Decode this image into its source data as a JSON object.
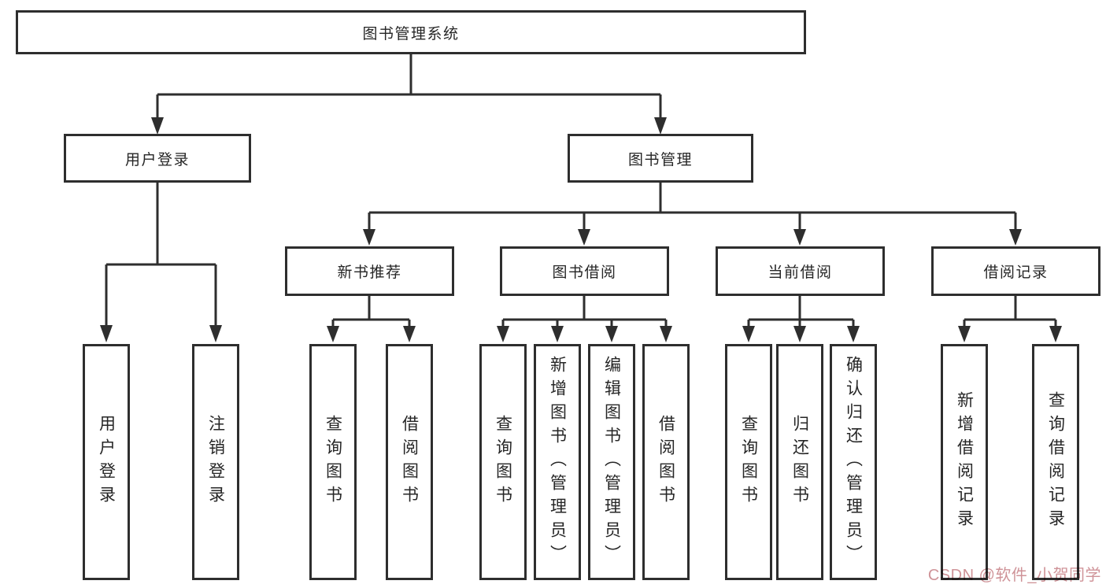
{
  "tree": {
    "label": "图书管理系统",
    "children": [
      {
        "label": "用户登录",
        "children": [
          {
            "label": "用户登录"
          },
          {
            "label": "注销登录"
          }
        ]
      },
      {
        "label": "图书管理",
        "children": [
          {
            "label": "新书推荐",
            "children": [
              {
                "label": "查询图书"
              },
              {
                "label": "借阅图书"
              }
            ]
          },
          {
            "label": "图书借阅",
            "children": [
              {
                "label": "查询图书"
              },
              {
                "label": "新增图书（管理员）"
              },
              {
                "label": "编辑图书（管理员）"
              },
              {
                "label": "借阅图书"
              }
            ]
          },
          {
            "label": "当前借阅",
            "children": [
              {
                "label": "查询图书"
              },
              {
                "label": "归还图书"
              },
              {
                "label": "确认归还（管理员）"
              }
            ]
          },
          {
            "label": "借阅记录",
            "children": [
              {
                "label": "新增借阅记录"
              },
              {
                "label": "查询借阅记录"
              }
            ]
          }
        ]
      }
    ]
  },
  "watermark": {
    "text": "CSDN @软件_小贺同学",
    "color": "#cf9398"
  },
  "colors": {
    "line": "#2e2e2e",
    "box_fill": "#ffffff",
    "text": "#262626",
    "background": "#ffffff"
  }
}
